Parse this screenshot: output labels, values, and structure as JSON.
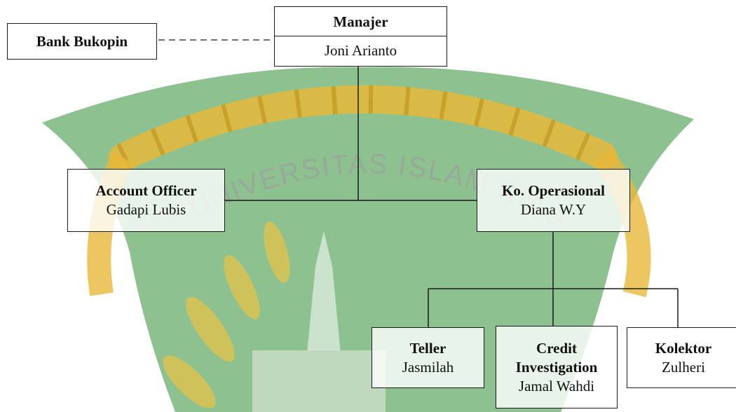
{
  "watermark": {
    "text": "UNIVERSITAS ISLAM RIAU",
    "colors": {
      "shield_green": "#2f8f35",
      "rope_yellow": "#e7b83a",
      "rope_outline": "#b88a1a",
      "text_gray": "#9aa29a"
    }
  },
  "line_color": "#1a1a1a",
  "org": {
    "manajer": {
      "title": "Manajer",
      "name": "Joni Arianto"
    },
    "bank": {
      "title": "Bank Bukopin"
    },
    "account_officer": {
      "title": "Account Officer",
      "name": "Gadapi Lubis"
    },
    "ko_operasional": {
      "title": "Ko. Operasional",
      "name": "Diana W.Y"
    },
    "teller": {
      "title": "Teller",
      "name": "Jasmilah"
    },
    "credit_investigation": {
      "title_line1": "Credit",
      "title_line2": "Investigation",
      "name": "Jamal Wahdi"
    },
    "kolektor": {
      "title": "Kolektor",
      "name": "Zulheri"
    }
  }
}
